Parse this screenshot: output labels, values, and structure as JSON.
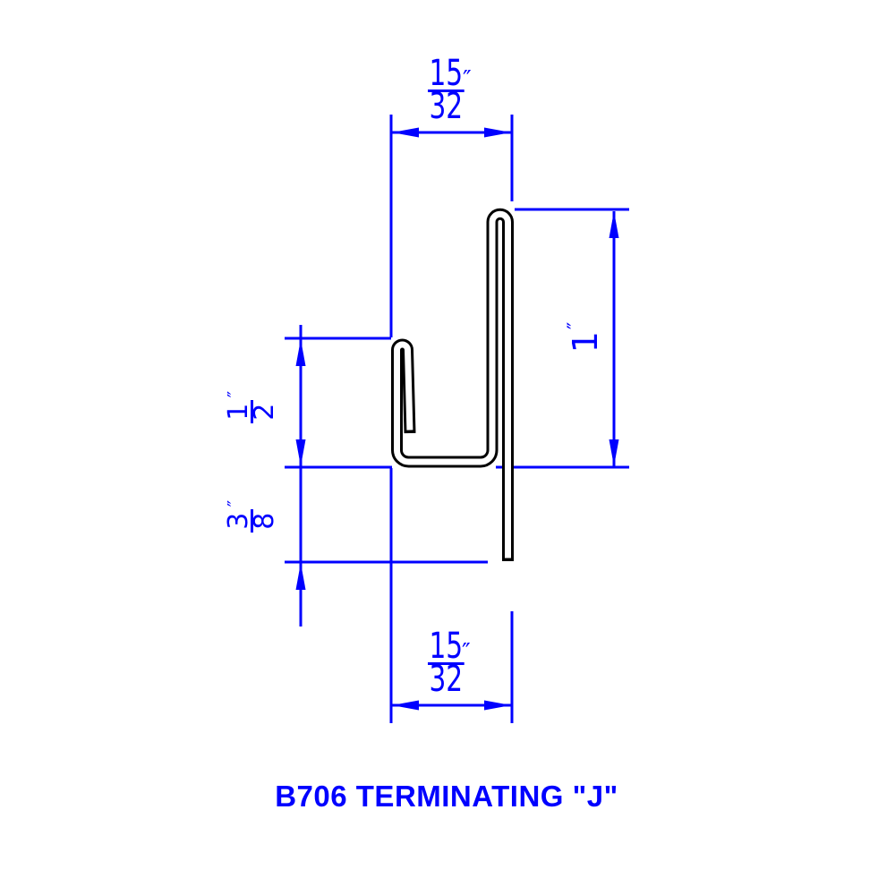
{
  "title": "B706 TERMINATING \"J\"",
  "colors": {
    "line": "#0000ff",
    "profile": "#000000",
    "background": "#ffffff"
  },
  "dimensions": {
    "top_width": {
      "numerator": "15",
      "denominator": "32",
      "unit": "″"
    },
    "bottom_width": {
      "numerator": "15",
      "denominator": "32",
      "unit": "″"
    },
    "right_height": {
      "value": "1",
      "unit": "″"
    },
    "left_upper_height": {
      "numerator": "1",
      "denominator": "2",
      "unit": "″"
    },
    "left_lower_height": {
      "numerator": "3",
      "denominator": "8",
      "unit": "″"
    }
  }
}
